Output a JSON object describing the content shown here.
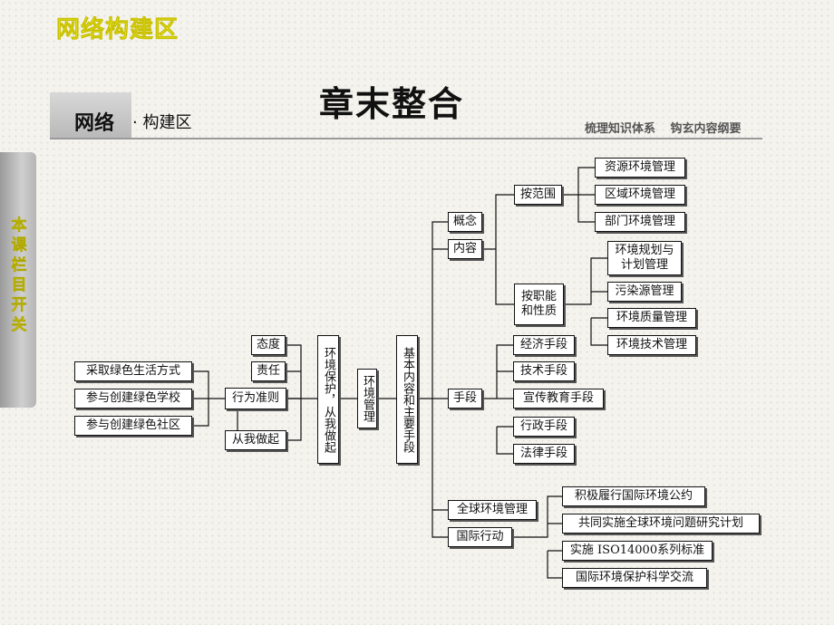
{
  "header": {
    "top_title": "网络构建区",
    "chapter_title": "章末整合"
  },
  "section": {
    "main": "网络",
    "sub": "· 构建区",
    "right_text": "梳理知识体系 钩玄内容纲要"
  },
  "sidebar": {
    "chars": [
      "本",
      "课",
      "栏",
      "目",
      "开",
      "关"
    ]
  },
  "nodes": {
    "n1": "采取绿色生活方式",
    "n2": "参与创建绿色学校",
    "n3": "参与创建绿色社区",
    "xwzz": "行为准则",
    "td": "态度",
    "zr": "责任",
    "cwzq": "从我做起",
    "hjbh": "环境保护，从我做起",
    "hjgl": "环境管理",
    "jbnr": "基本内容和主要手段",
    "gn": "概念",
    "nr": "内容",
    "sd": "手段",
    "qqhjgl": "全球环境管理",
    "gjxd": "国际行动",
    "afw": "按范围",
    "azn": "按职能和性质",
    "zyhj": "资源环境管理",
    "qyhj": "区域环境管理",
    "bmhj": "部门环境管理",
    "hjgh": "环境规划与计划管理",
    "wrygl": "污染源管理",
    "hjzl": "环境质量管理",
    "hjjs": "环境技术管理",
    "jjsd": "经济手段",
    "jssd": "技术手段",
    "xcjy": "宣传教育手段",
    "xzsd": "行政手段",
    "flsd": "法律手段",
    "jjlx": "积极履行国际环境公约",
    "gtss": "共同实施全球环境问题研究计划",
    "ss_iso": "实施 ISO14000系列标准",
    "gjhj": "国际环境保护科学交流"
  }
}
